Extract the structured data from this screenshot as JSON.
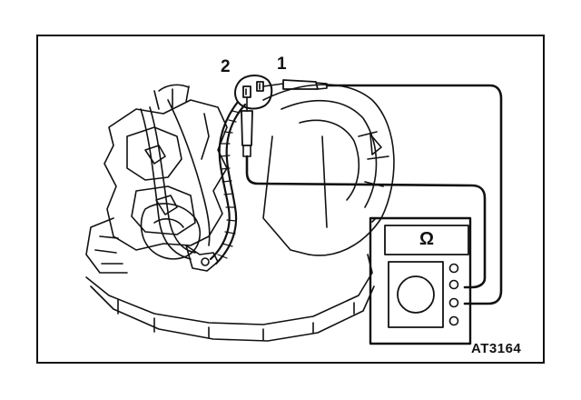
{
  "labels": {
    "terminal_2": "2",
    "terminal_1": "1",
    "figure_code": "AT3164"
  },
  "meter": {
    "unit_symbol": "Ω"
  },
  "colors": {
    "ink": "#111111",
    "background": "#ffffff"
  }
}
